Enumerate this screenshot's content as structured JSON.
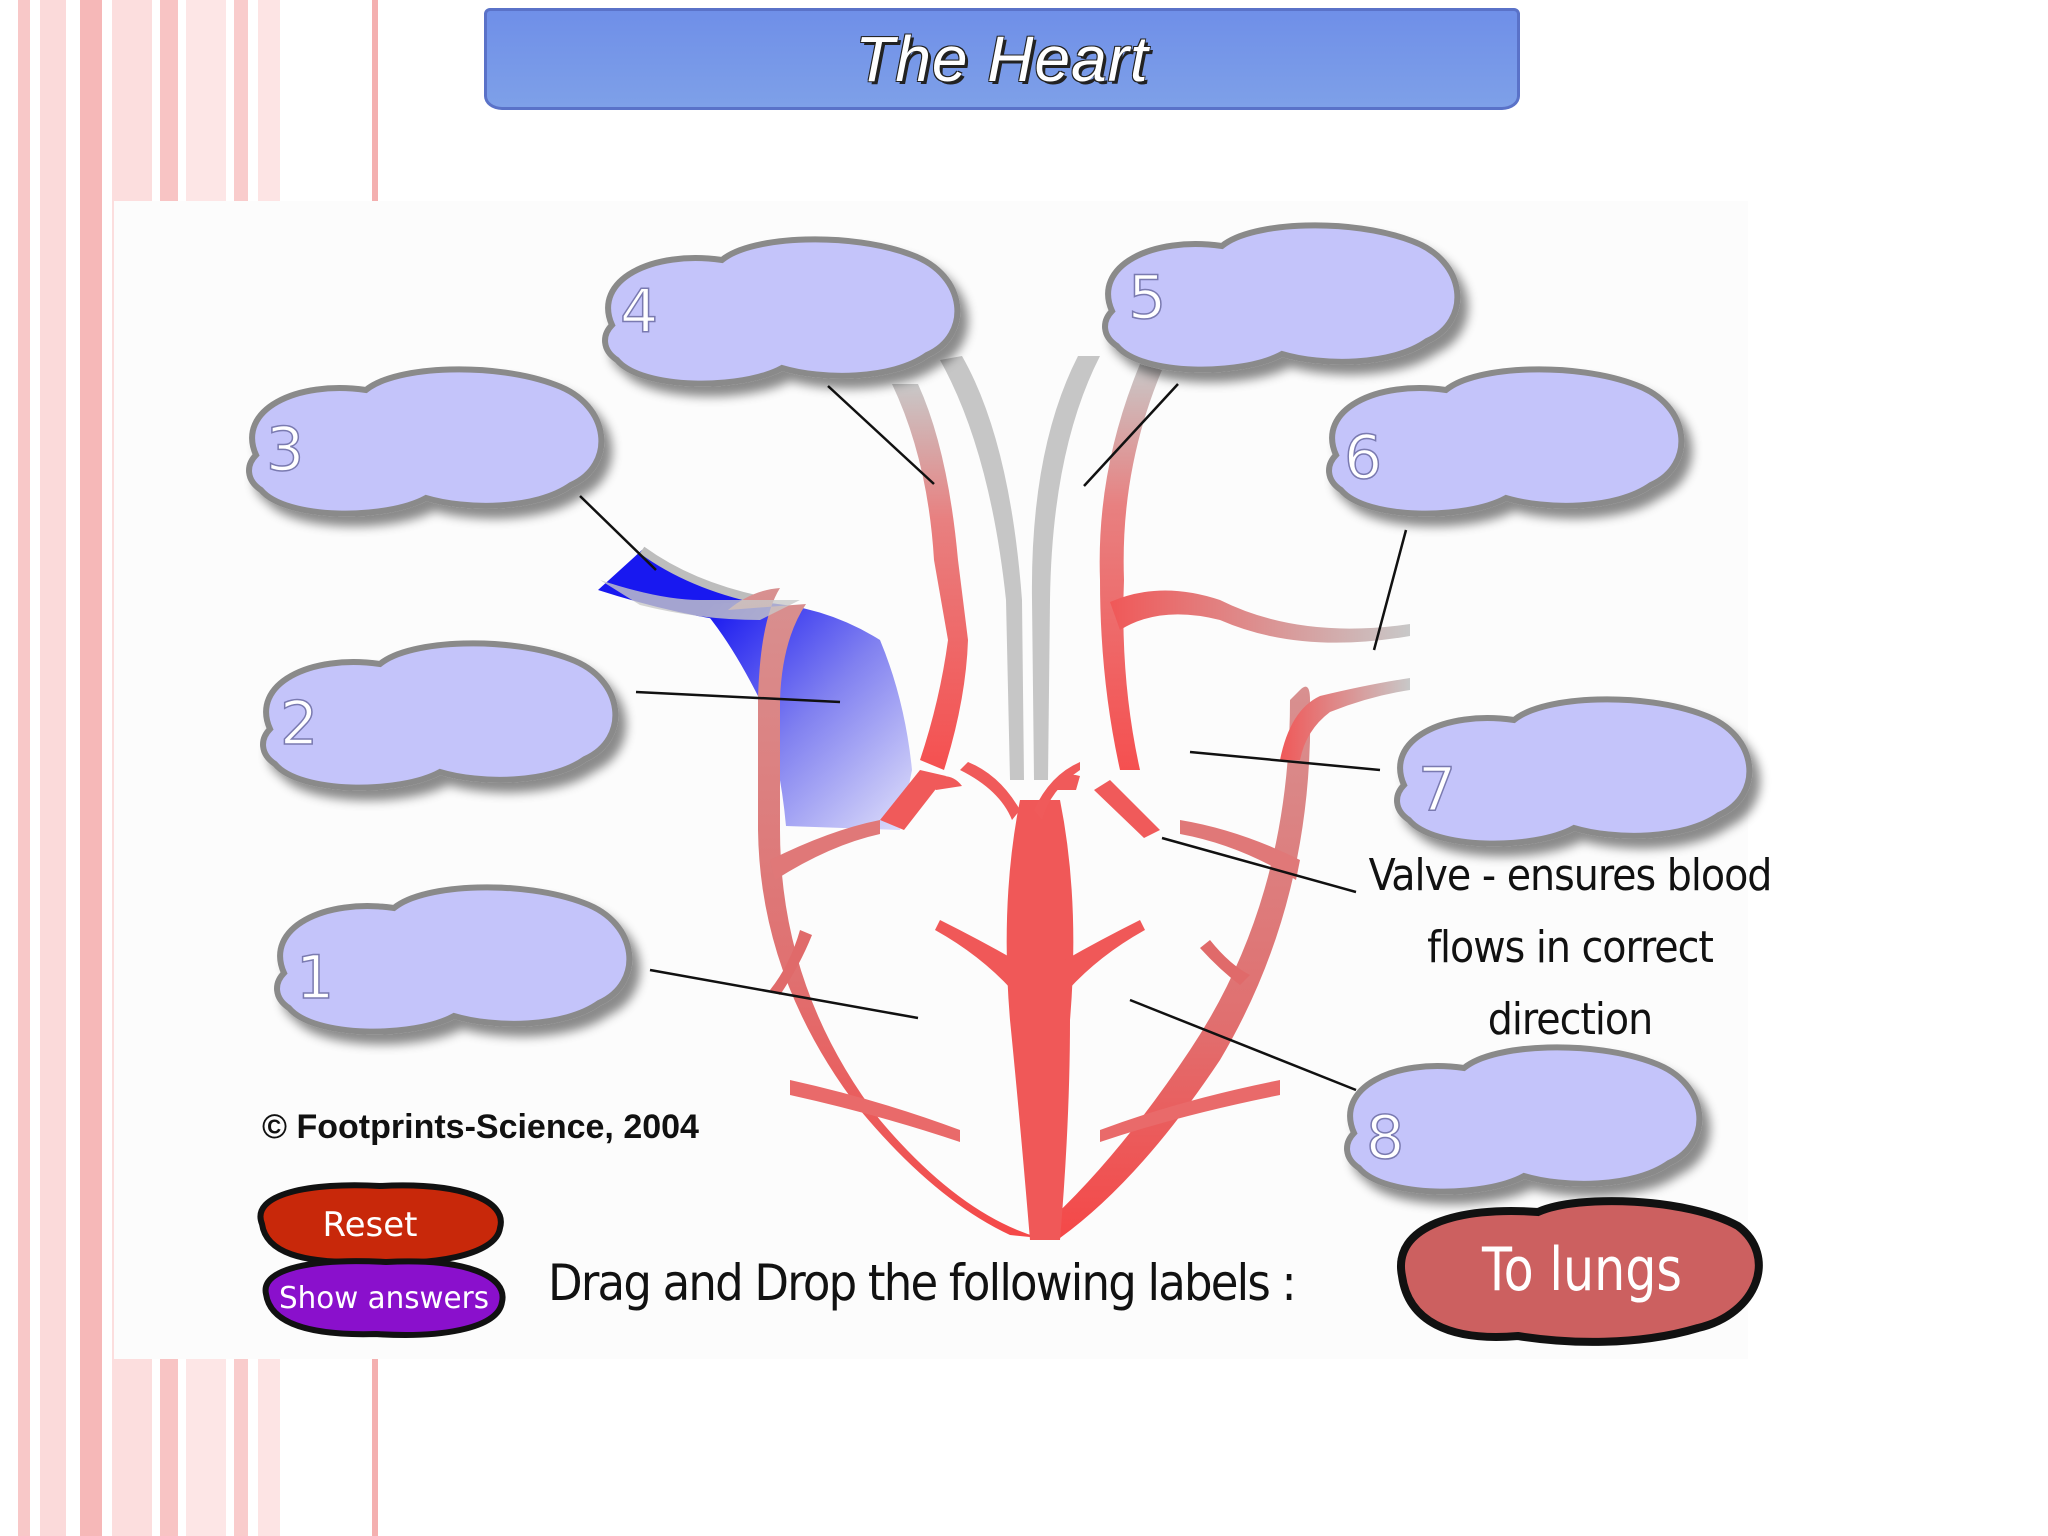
{
  "title": "The Heart",
  "labels": {
    "n1": "1",
    "n2": "2",
    "n3": "3",
    "n4": "4",
    "n5": "5",
    "n6": "6",
    "n7": "7",
    "n8": "8"
  },
  "valve_note": {
    "line1": "Valve - ensures blood",
    "line2": "flows in correct",
    "line3": "direction"
  },
  "copyright": "© Footprints-Science, 2004",
  "instruction": "Drag and Drop the following labels :",
  "buttons": {
    "reset": "Reset",
    "show_answers": "Show answers"
  },
  "draggable_label": "To lungs",
  "colors": {
    "title_bar": "#7393e8",
    "cloud_fill": "#c4c4fa",
    "cloud_border": "#8a8a8a",
    "heart_red": "#f55a5a",
    "vein_blue": "#1a1af0",
    "reset_button": "#c8280a",
    "show_answers_button": "#8a10cc",
    "to_lungs_label": "#cc6060"
  }
}
